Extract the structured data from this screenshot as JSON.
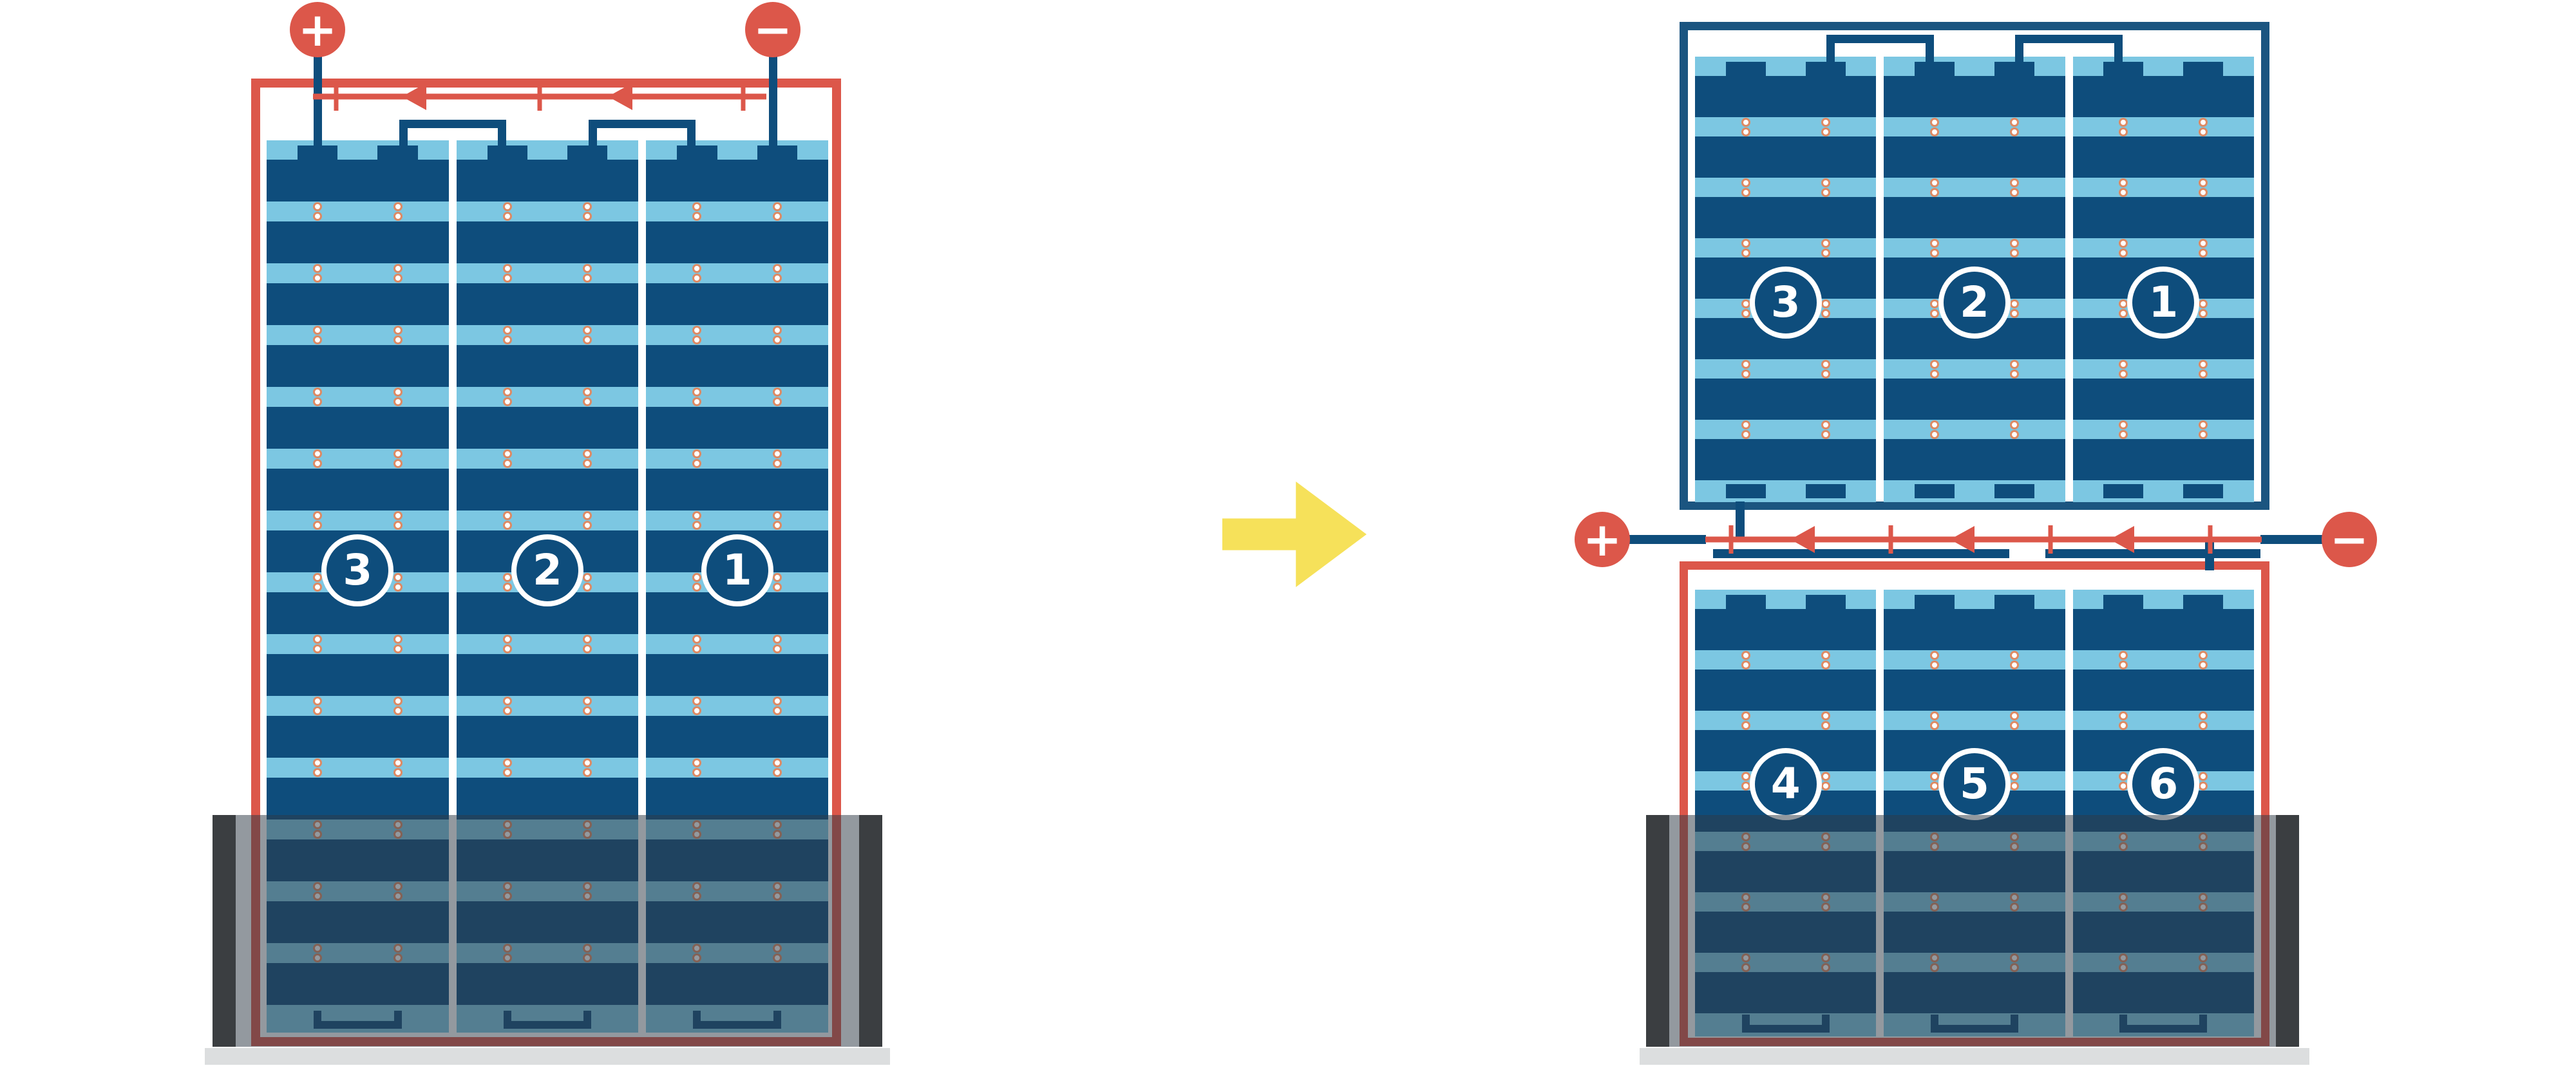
{
  "palette": {
    "red": "#dc574a",
    "navy": "#0e4d7c",
    "frame_blue": "#1b5580",
    "light_blue": "#7cc7e2",
    "yellow": "#f6e15a",
    "shade": "rgba(47,59,71,0.52)",
    "shade_bar": "#3b3e41",
    "dot_ring": "#dd8a64",
    "ground": "#dcdedf"
  },
  "before": {
    "plus_label": "+",
    "minus_label": "−",
    "strings": [
      "3",
      "2",
      "1"
    ],
    "rows": 14,
    "frame_color": "red",
    "shaded_region": "bottom"
  },
  "transform_arrow": {
    "direction": "right"
  },
  "after": {
    "plus_label": "+",
    "minus_label": "−",
    "top_array": {
      "strings": [
        "3",
        "2",
        "1"
      ],
      "rows": 7,
      "frame_color": "blue"
    },
    "bottom_array": {
      "strings": [
        "4",
        "5",
        "6"
      ],
      "rows": 7,
      "frame_color": "red",
      "shaded_region": "bottom"
    }
  }
}
